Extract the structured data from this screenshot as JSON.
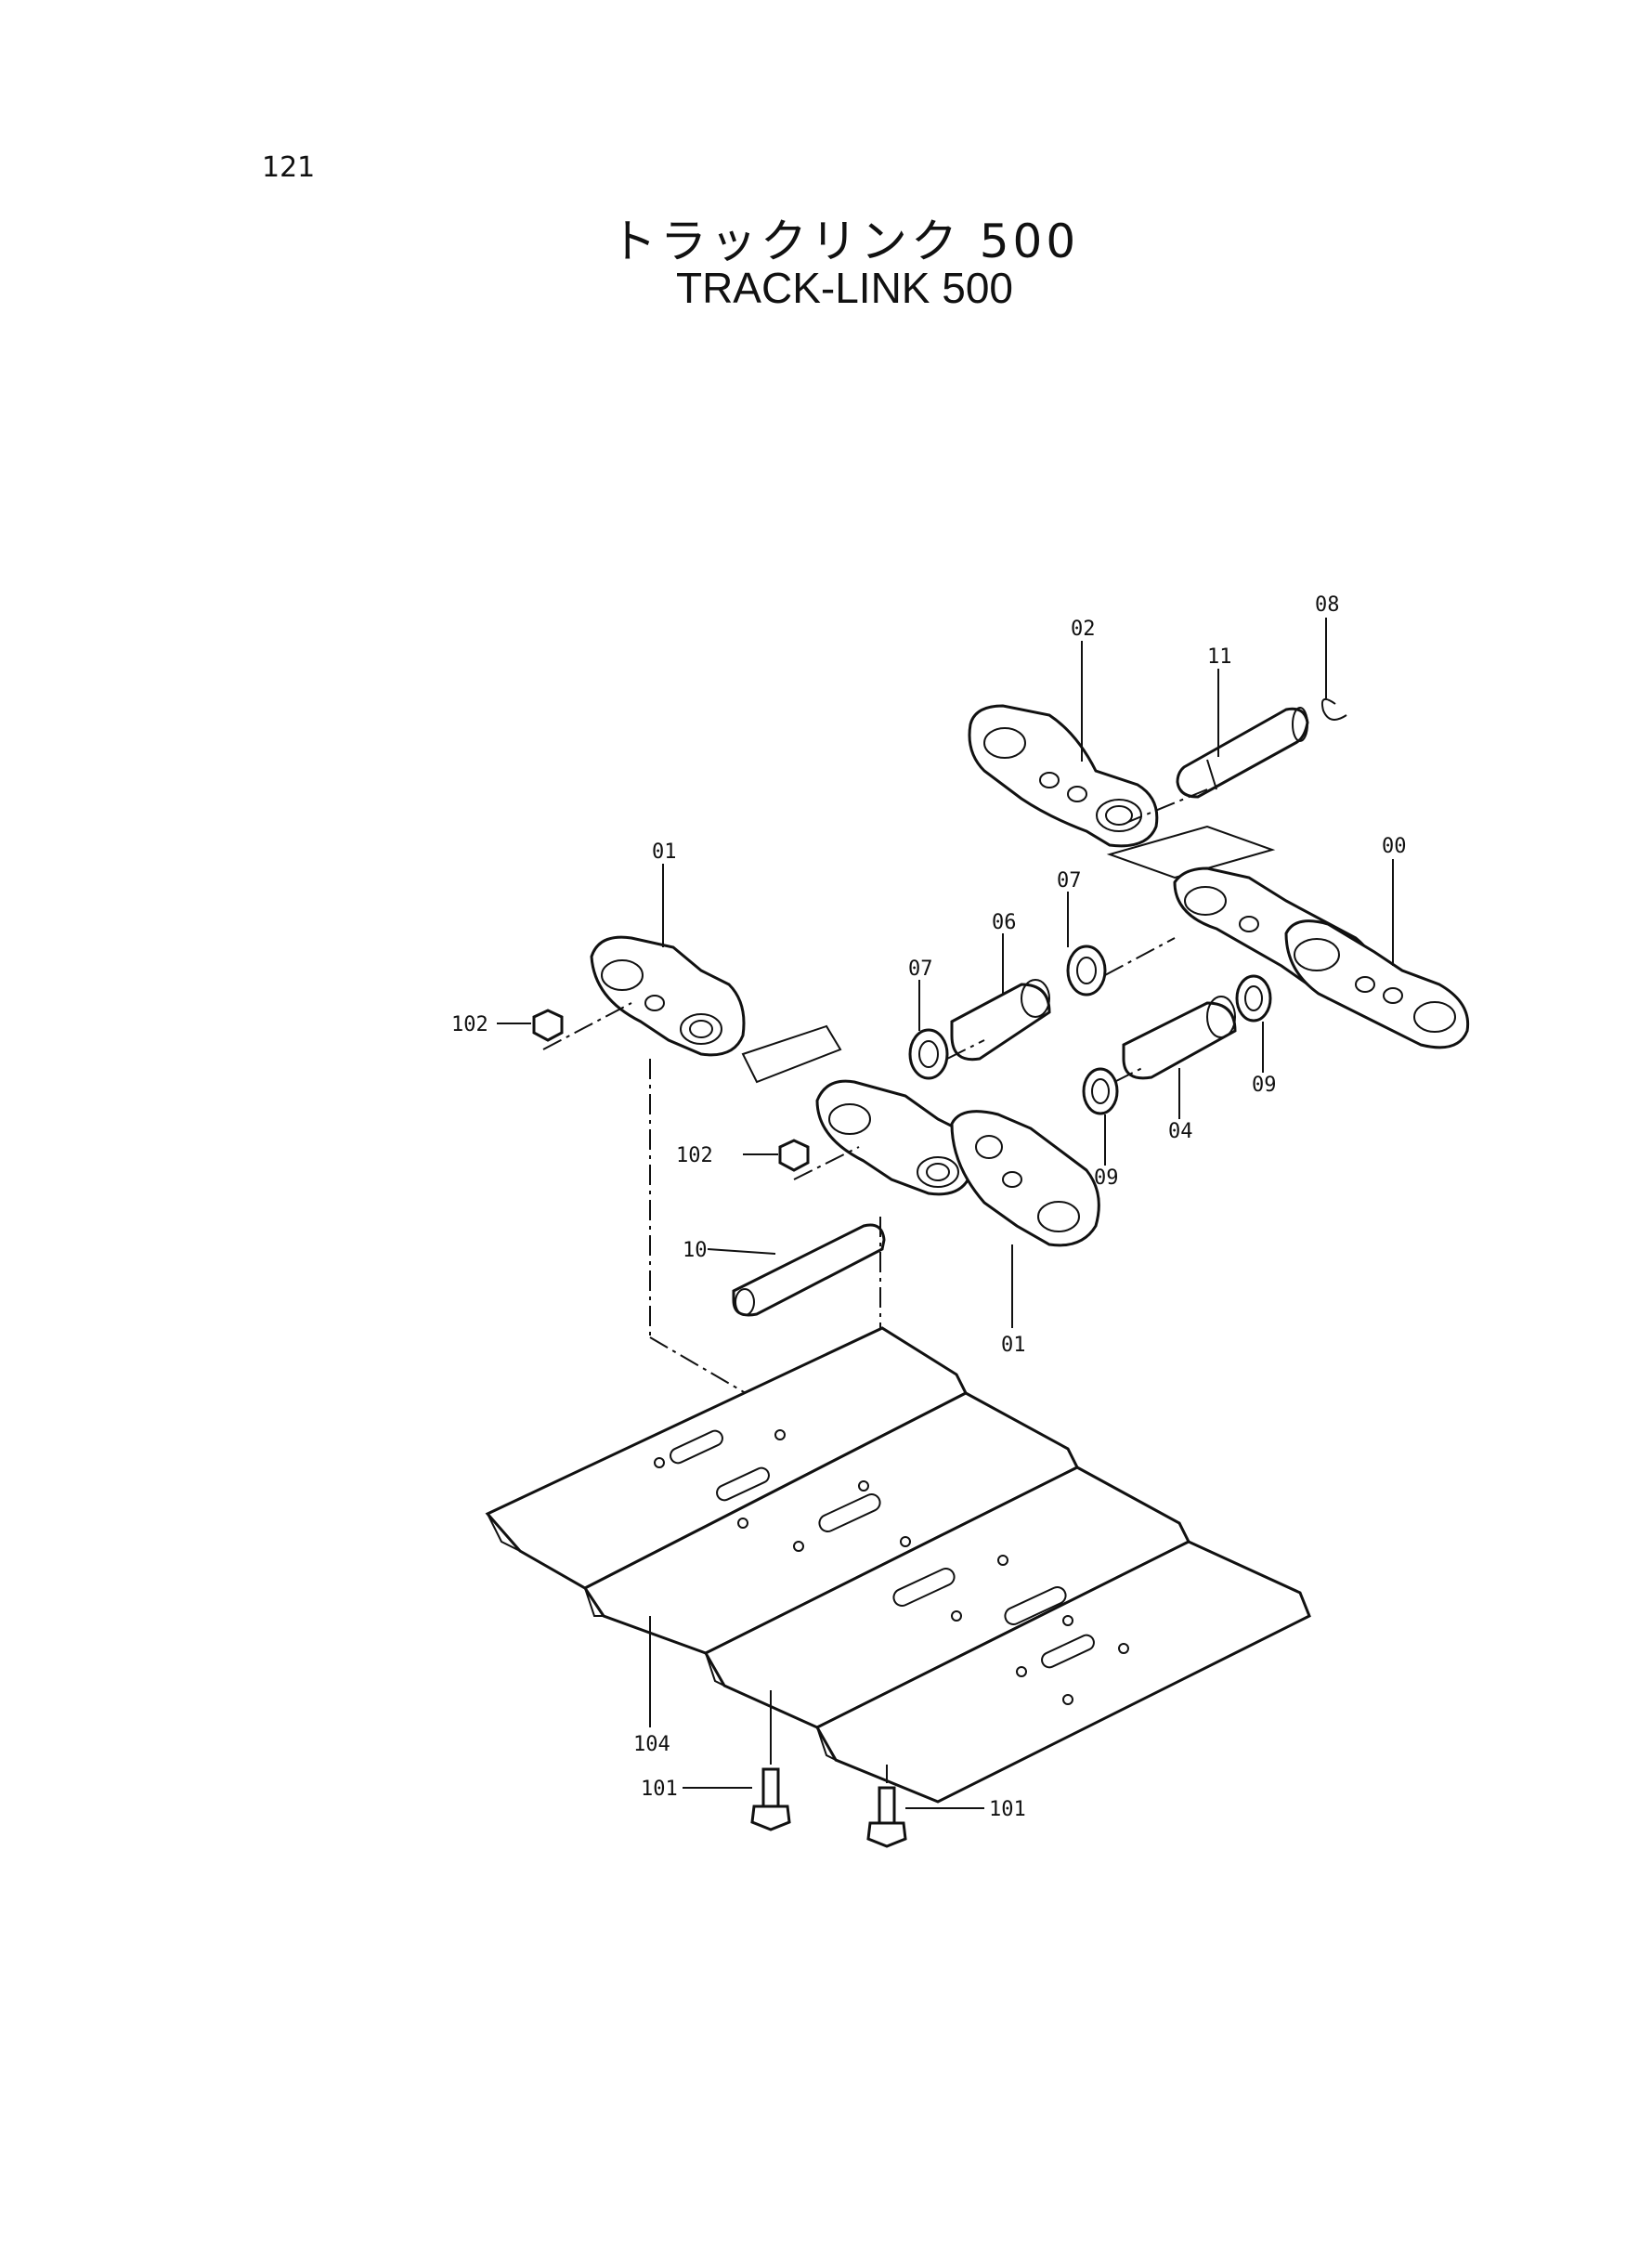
{
  "page_number": "121",
  "title": {
    "japanese": "トラックリンク 500",
    "english": "TRACK-LINK 500"
  },
  "callouts": {
    "c00": "00",
    "c01_left": "01",
    "c01_bottom": "01",
    "c02": "02",
    "c04": "04",
    "c06": "06",
    "c07_left": "07",
    "c07_right": "07",
    "c08": "08",
    "c09_left": "09",
    "c09_right": "09",
    "c10": "10",
    "c11": "11",
    "c101_left": "101",
    "c101_right": "101",
    "c102_top": "102",
    "c102_mid": "102",
    "c104": "104"
  }
}
